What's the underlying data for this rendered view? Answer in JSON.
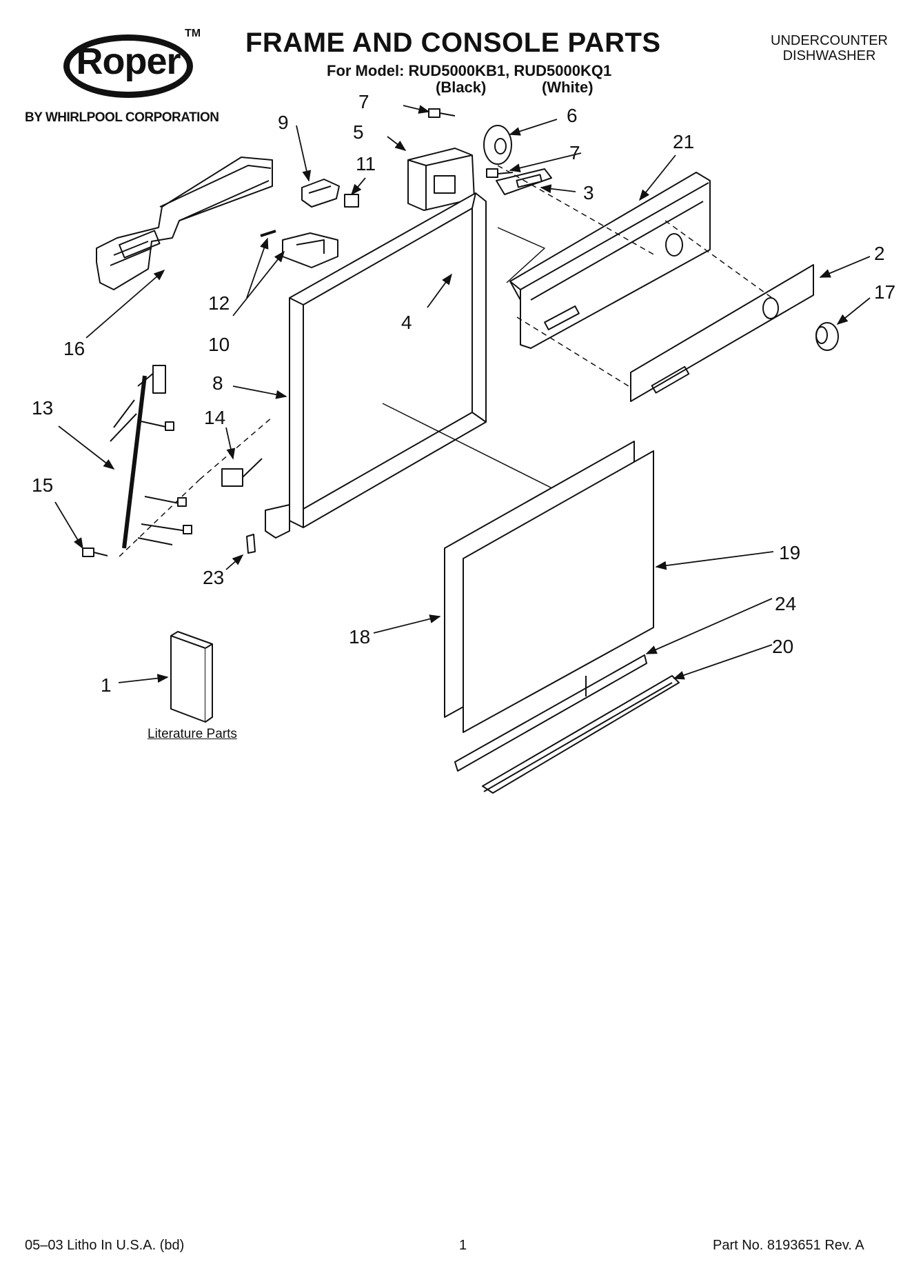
{
  "brand": {
    "logo_text": "Roper",
    "trademark": "TM",
    "byline": "BY WHIRLPOOL CORPORATION"
  },
  "header": {
    "title": "FRAME AND CONSOLE PARTS",
    "model_line": "For Model: RUD5000KB1, RUD5000KQ1",
    "color_black": "(Black)",
    "color_white": "(White)",
    "appliance_line1": "UNDERCOUNTER",
    "appliance_line2": "DISHWASHER"
  },
  "callouts": {
    "c1": "1",
    "c2": "2",
    "c3": "3",
    "c4": "4",
    "c5": "5",
    "c6": "6",
    "c7a": "7",
    "c7b": "7",
    "c8": "8",
    "c9": "9",
    "c10": "10",
    "c11": "11",
    "c12": "12",
    "c13": "13",
    "c14": "14",
    "c15": "15",
    "c16": "16",
    "c17": "17",
    "c18": "18",
    "c19": "19",
    "c20": "20",
    "c21": "21",
    "c23": "23",
    "c24": "24"
  },
  "literature_label": "Literature Parts",
  "footer": {
    "left": "05–03 Litho In U.S.A. (bd)",
    "center": "1",
    "right": "Part No. 8193651 Rev. A"
  }
}
